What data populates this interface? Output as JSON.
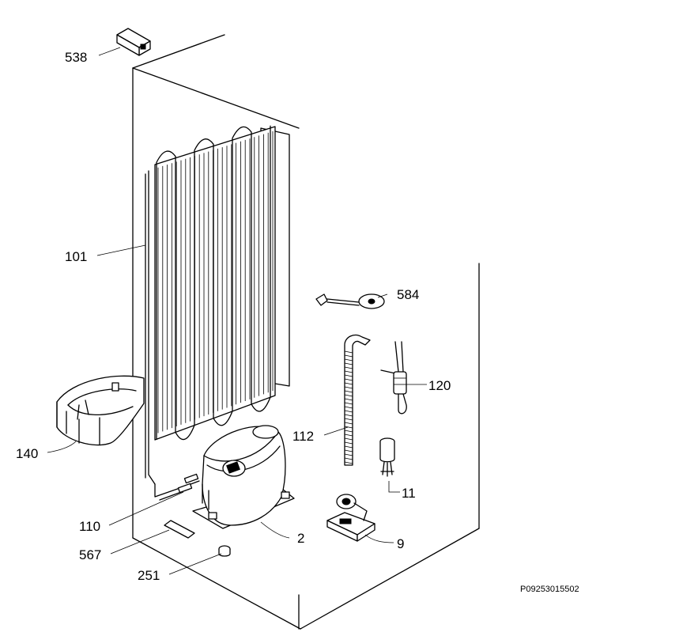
{
  "parts": [
    {
      "key": "538",
      "label": "538"
    },
    {
      "key": "101",
      "label": "101"
    },
    {
      "key": "584",
      "label": "584"
    },
    {
      "key": "120",
      "label": "120"
    },
    {
      "key": "112",
      "label": "112"
    },
    {
      "key": "140",
      "label": "140"
    },
    {
      "key": "11",
      "label": "11"
    },
    {
      "key": "110",
      "label": "110"
    },
    {
      "key": "2",
      "label": "2"
    },
    {
      "key": "9",
      "label": "9"
    },
    {
      "key": "567",
      "label": "567"
    },
    {
      "key": "251",
      "label": "251"
    }
  ],
  "reference_code": "P09253015502"
}
